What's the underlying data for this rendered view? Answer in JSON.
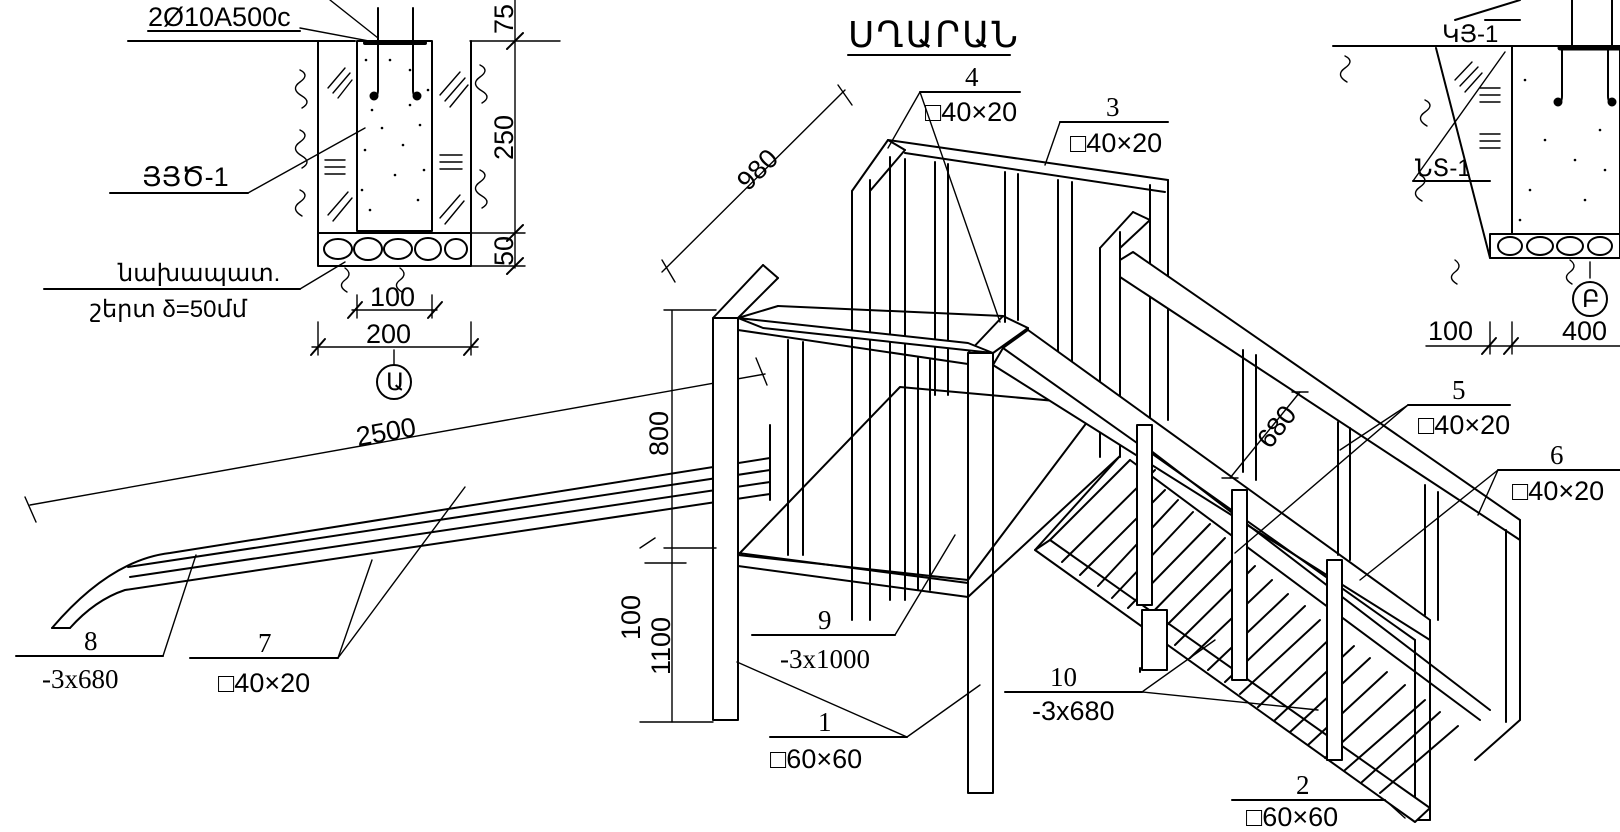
{
  "title": "ՍՂԱՐԱՆ",
  "dimensions": {
    "length_980": "980",
    "length_2500": "2500",
    "height_800": "800",
    "height_100": "100",
    "height_1100": "1100",
    "length_680": "680"
  },
  "callouts": [
    {
      "num": "1",
      "size": "□60×60"
    },
    {
      "num": "2",
      "size": "□60×60"
    },
    {
      "num": "3",
      "size": "□40×20"
    },
    {
      "num": "4",
      "size": "□40×20"
    },
    {
      "num": "5",
      "size": "□40×20"
    },
    {
      "num": "6",
      "size": "□40×20"
    },
    {
      "num": "7",
      "size": "□40×20"
    },
    {
      "num": "8",
      "size": "-3x680"
    },
    {
      "num": "9",
      "size": "-3x1000"
    },
    {
      "num": "10",
      "size": "-3x680"
    }
  ],
  "footing_a": {
    "rebar": "2Ø10A500c",
    "top_dim": "75",
    "mark": "ՅՅԾ-1",
    "dim_250": "250",
    "dim_50": "50",
    "prep_layer_1": "նախապատ.",
    "prep_layer_2": "շերտ δ=50մմ",
    "width_100": "100",
    "width_200": "200",
    "axis": "Ա"
  },
  "footing_b": {
    "mark_top": "ԿՅ-1",
    "mark_mid": "ՆՏ-1",
    "width_100": "100",
    "width_400": "400",
    "axis": "Բ"
  }
}
